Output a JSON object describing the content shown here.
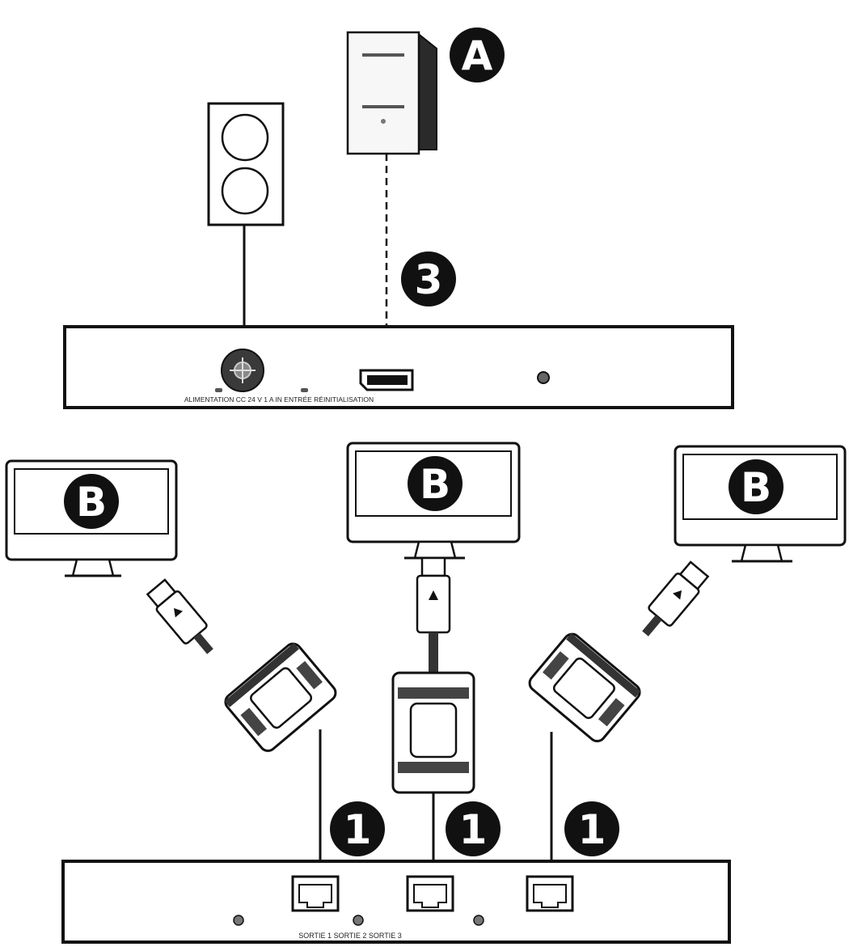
{
  "colors": {
    "ink": "#111111",
    "paper": "#ffffff",
    "panel": "#f2f2f2",
    "badge": "#111111"
  },
  "top_unit": {
    "port_labels": "ALIMENTATION CC 24 V 1 A   IN ENTRÉE   RÉINITIALISATION"
  },
  "bottom_unit": {
    "port_labels": "SORTIE 1 SORTIE 2 SORTIE 3"
  },
  "badges": {
    "computer": "A",
    "monitor": "B",
    "input_cable": "3",
    "output_cable": "1"
  },
  "icons": [
    "wall-outlet-icon",
    "computer-tower-icon",
    "monitor-icon",
    "displayport-plug-icon",
    "hdbaset-receiver-icon",
    "rj45-port-icon"
  ]
}
